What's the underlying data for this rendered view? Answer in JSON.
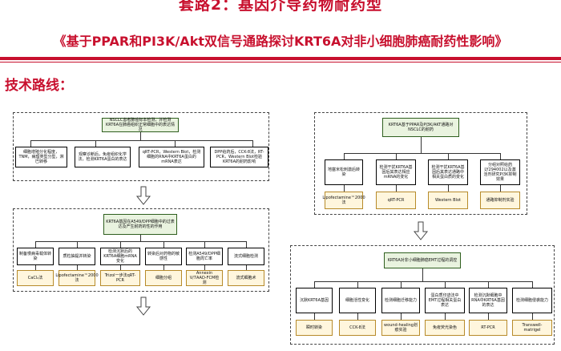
{
  "header": {
    "cut_title": "套路2：基因介导药物耐药型",
    "headline": "《基于PPAR和PI3K/Akt双信号通路探讨KRT6A对非小细胞肺癌耐药性影响》",
    "section_title": "技术路线："
  },
  "colors": {
    "accent": "#c8102e"
  },
  "flow": {
    "top": {
      "root": "NSCLC患者肺癌标本检测，并检测KRT6A在肺癌组织正常细胞中的表达情况",
      "row1": [
        "细胞增殖分化程度，TNM，病理类型分型，淋巴转移",
        "观察诊断后，免疫组织化学法，检测KRT6A蛋白的表达",
        "qRT-PCR，Western Blot，检测细胞的RNA中KRT6A蛋白的mRNA表达",
        "DPP给药后，CCK-8法，RT-PCR，Western Blot检验KRT6A的耐药影响"
      ]
    },
    "mid": {
      "root": "KRT6A基因在A549/DPP细胞中的过表达及产生耐药的性的作用",
      "row1": [
        "制备慢病毒载体转染",
        "质粒抽提并转染",
        "检测沉默后的KRT6A细胞mRNA变化",
        "转染后对药物的敏感性",
        "检测A549/DPP细胞周亡率",
        "流式细胞检测"
      ],
      "row2": [
        "CaCl₂法",
        "Lipofectamine™2000法",
        "Trizol一步法qRT-PCR",
        "细胞分组",
        "Annexin V/7AAD-FCM检测",
        "流式细胞术"
      ]
    },
    "right": {
      "root": "KRT6A基于PPAR及PI3K/AKT通路对NSCLC的耐药",
      "row1": [
        "地塞米松刺激后转染",
        "检测干扰KRT6A基因后其表达相应mRNA的变化",
        "检测干扰KRT6A基因后其表达通路中相关蛋白质的变化",
        "分组对照给药LY294002以及激活剂研究PI3K抑制效果"
      ],
      "row2": [
        "Lipofectamine™2000法",
        "qRT-PCR",
        "Western Blot",
        "通路抑制剂实验"
      ]
    },
    "bottom": {
      "root": "KRT6A对非小细胞肺癌EMT过程的调控",
      "row1": [
        "沉默KRT6A基因",
        "细胞活性变化",
        "检测细胞迁移能力",
        "蛋白质印迹法中EMT过程相关蛋白表达",
        "检测沉默细胞中RNA中KRT6A基因的表达",
        "检测细胞侵袭能力"
      ],
      "row2": [
        "瞬时转染",
        "CCK-8法",
        "wound-healing划痕实验",
        "免疫荧光染色",
        "RT-PCR",
        "Transwell-matrigel"
      ]
    }
  }
}
